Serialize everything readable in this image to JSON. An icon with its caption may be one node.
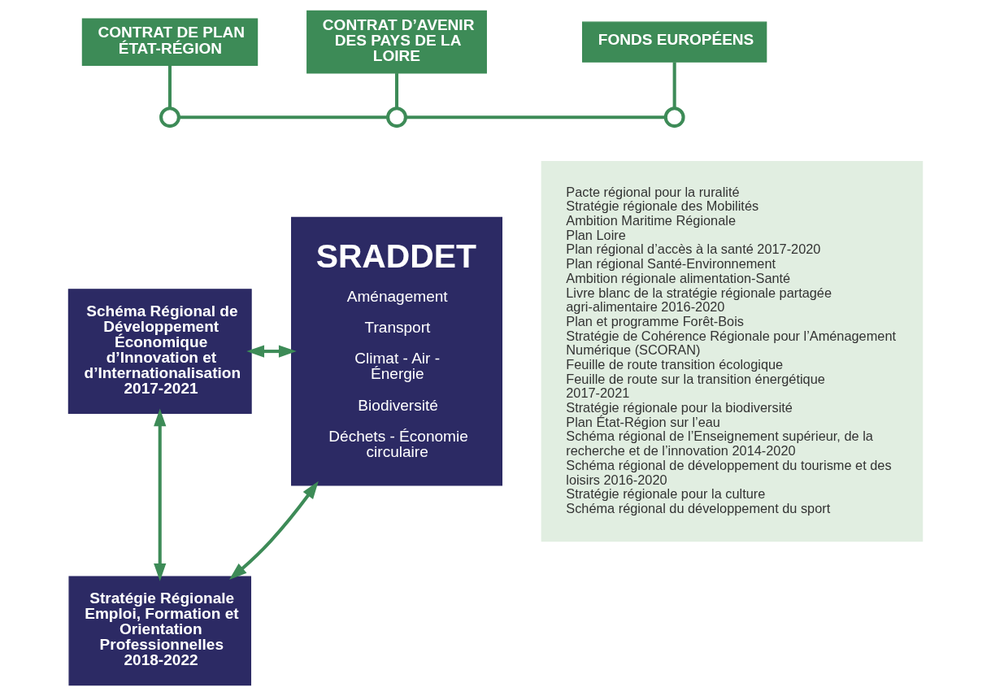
{
  "diagram": {
    "nodes": [
      {
        "text": [
          "CONTRAT DE PLAN ÉTAT-RÉGION"
        ]
      },
      {
        "text": [
          "CONTRAT D’AVENIR DES PAYS DE LA LOIRE"
        ]
      },
      {
        "text": [
          "FONDS EUROPÉENS"
        ]
      },
      {
        "text": [],
        "shape": "circle"
      },
      {
        "text": [],
        "shape": "circle"
      },
      {
        "text": [],
        "shape": "circle"
      },
      {
        "text": [
          "Schéma Régional de Développement Économique d’Innovation et d’Internationalisation 2017-2021"
        ]
      },
      {
        "text": [
          "SRADDET",
          "Aménagement",
          "Transport",
          "Climat - Air - Énergie",
          "Biodiversité",
          "Déchets - Économie circulaire"
        ]
      },
      {
        "text": [
          "Stratégie Régionale Emploi, Formation et Orientation Professionnelles 2018-2022"
        ]
      },
      {
        "text": [
          "Pacte régional pour la ruralité",
          "Stratégie régionale des Mobilités",
          "Ambition Maritime Régionale",
          "Plan Loire",
          "Plan régional d’accès à la santé 2017-2020",
          "Plan régional Santé-Environnement",
          "Ambition régionale alimentation-Santé",
          "Livre blanc de la stratégie régionale partagée agri-alimentaire 2016-2020",
          "Plan et programme Forêt-Bois",
          "Stratégie de Cohérence Régionale pour l’Aménagement Numérique (SCORAN)",
          "Feuille de route transition écologique",
          "Feuille de route sur la transition énergétique 2017-2021",
          "Stratégie régionale pour la biodiversité",
          "Plan État-Région sur l’eau",
          "Schéma régional de l’Enseignement supérieur, de la recherche et de l’innovation 2014-2020",
          "Schéma régional de développement du tourisme et des loisirs 2016-2020",
          "Stratégie régionale pour la culture",
          "Schéma régional du développement du sport"
        ]
      }
    ],
    "edges": [
      {
        "from": 0,
        "to": 3,
        "arrow": "none"
      },
      {
        "from": 1,
        "to": 4,
        "arrow": "none"
      },
      {
        "from": 2,
        "to": 5,
        "arrow": "none"
      },
      {
        "from": 3,
        "to": 4,
        "arrow": "none"
      },
      {
        "from": 4,
        "to": 5,
        "arrow": "none"
      },
      {
        "from": 6,
        "to": 7,
        "arrow": "both"
      },
      {
        "from": 6,
        "to": 8,
        "arrow": "both"
      },
      {
        "from": 8,
        "to": 7,
        "arrow": "both"
      }
    ]
  }
}
